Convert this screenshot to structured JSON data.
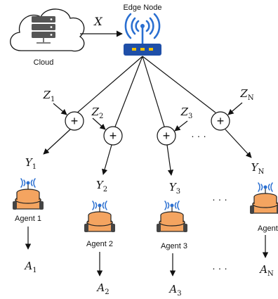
{
  "cloud": {
    "label": "Cloud"
  },
  "edge_node": {
    "label": "Edge Node"
  },
  "input_signal": {
    "base": "X"
  },
  "noises": [
    {
      "base": "Z",
      "sub": "1"
    },
    {
      "base": "Z",
      "sub": "2"
    },
    {
      "base": "Z",
      "sub": "3"
    },
    {
      "base": "Z",
      "sub": "N"
    }
  ],
  "observations": [
    {
      "base": "Y",
      "sub": "1"
    },
    {
      "base": "Y",
      "sub": "2"
    },
    {
      "base": "Y",
      "sub": "3"
    },
    {
      "base": "Y",
      "sub": "N"
    }
  ],
  "agents": [
    {
      "label": "Agent 1"
    },
    {
      "label": "Agent 2"
    },
    {
      "label": "Agent 3"
    },
    {
      "label": "Agent N"
    }
  ],
  "actions": [
    {
      "base": "A",
      "sub": "1"
    },
    {
      "base": "A",
      "sub": "2"
    },
    {
      "base": "A",
      "sub": "3"
    },
    {
      "base": "A",
      "sub": "N"
    }
  ],
  "ellipsis": "· · ·",
  "adder_symbol": "+",
  "colors": {
    "robot_body": "#f4a460",
    "robot_outline": "#222222",
    "router": "#1f4fa8",
    "router_lights": "#f2c200",
    "antenna": "#2a6fd1",
    "cloud_fill": "#ffffff",
    "server": "#555555"
  }
}
